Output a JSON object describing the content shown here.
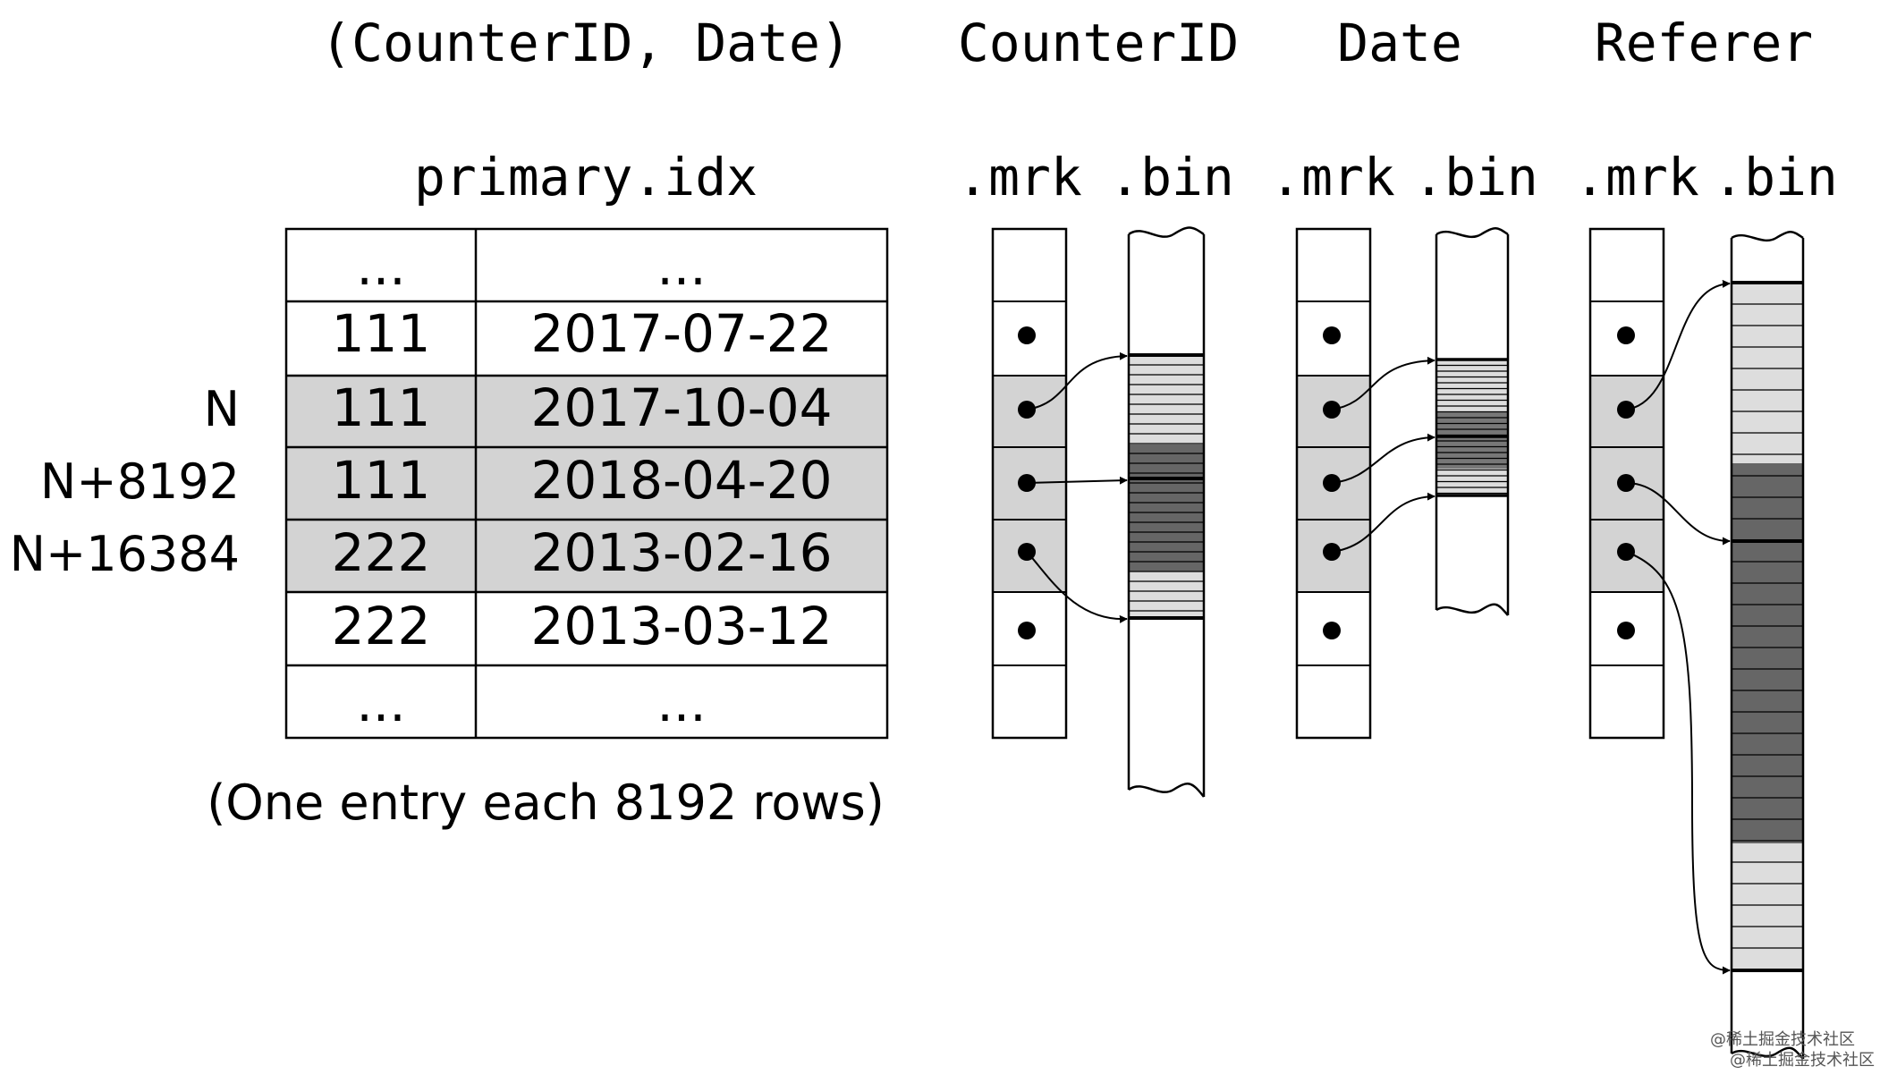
{
  "headers": {
    "primary_key": "(CounterID, Date)",
    "columns": [
      "CounterID",
      "Date",
      "Referer"
    ]
  },
  "subheaders": {
    "index_file": "primary.idx",
    "mrk": ".mrk",
    "bin": ".bin"
  },
  "row_labels": [
    "N",
    "N+8192",
    "N+16384"
  ],
  "table": {
    "rows": [
      [
        "...",
        "..."
      ],
      [
        "111",
        "2017-07-22"
      ],
      [
        "111",
        "2017-10-04"
      ],
      [
        "111",
        "2018-04-20"
      ],
      [
        "222",
        "2013-02-16"
      ],
      [
        "222",
        "2013-03-12"
      ],
      [
        "...",
        "..."
      ]
    ],
    "highlighted_rows": [
      2,
      3,
      4
    ]
  },
  "caption": "(One entry each 8192 rows)",
  "watermark": [
    "@稀土掘金技术社区",
    "@稀土掘金技术社区"
  ],
  "colors": {
    "highlight": "#d3d3d3",
    "light_band": "#d9d9d9",
    "dark_band": "#666666",
    "line": "#000000"
  }
}
